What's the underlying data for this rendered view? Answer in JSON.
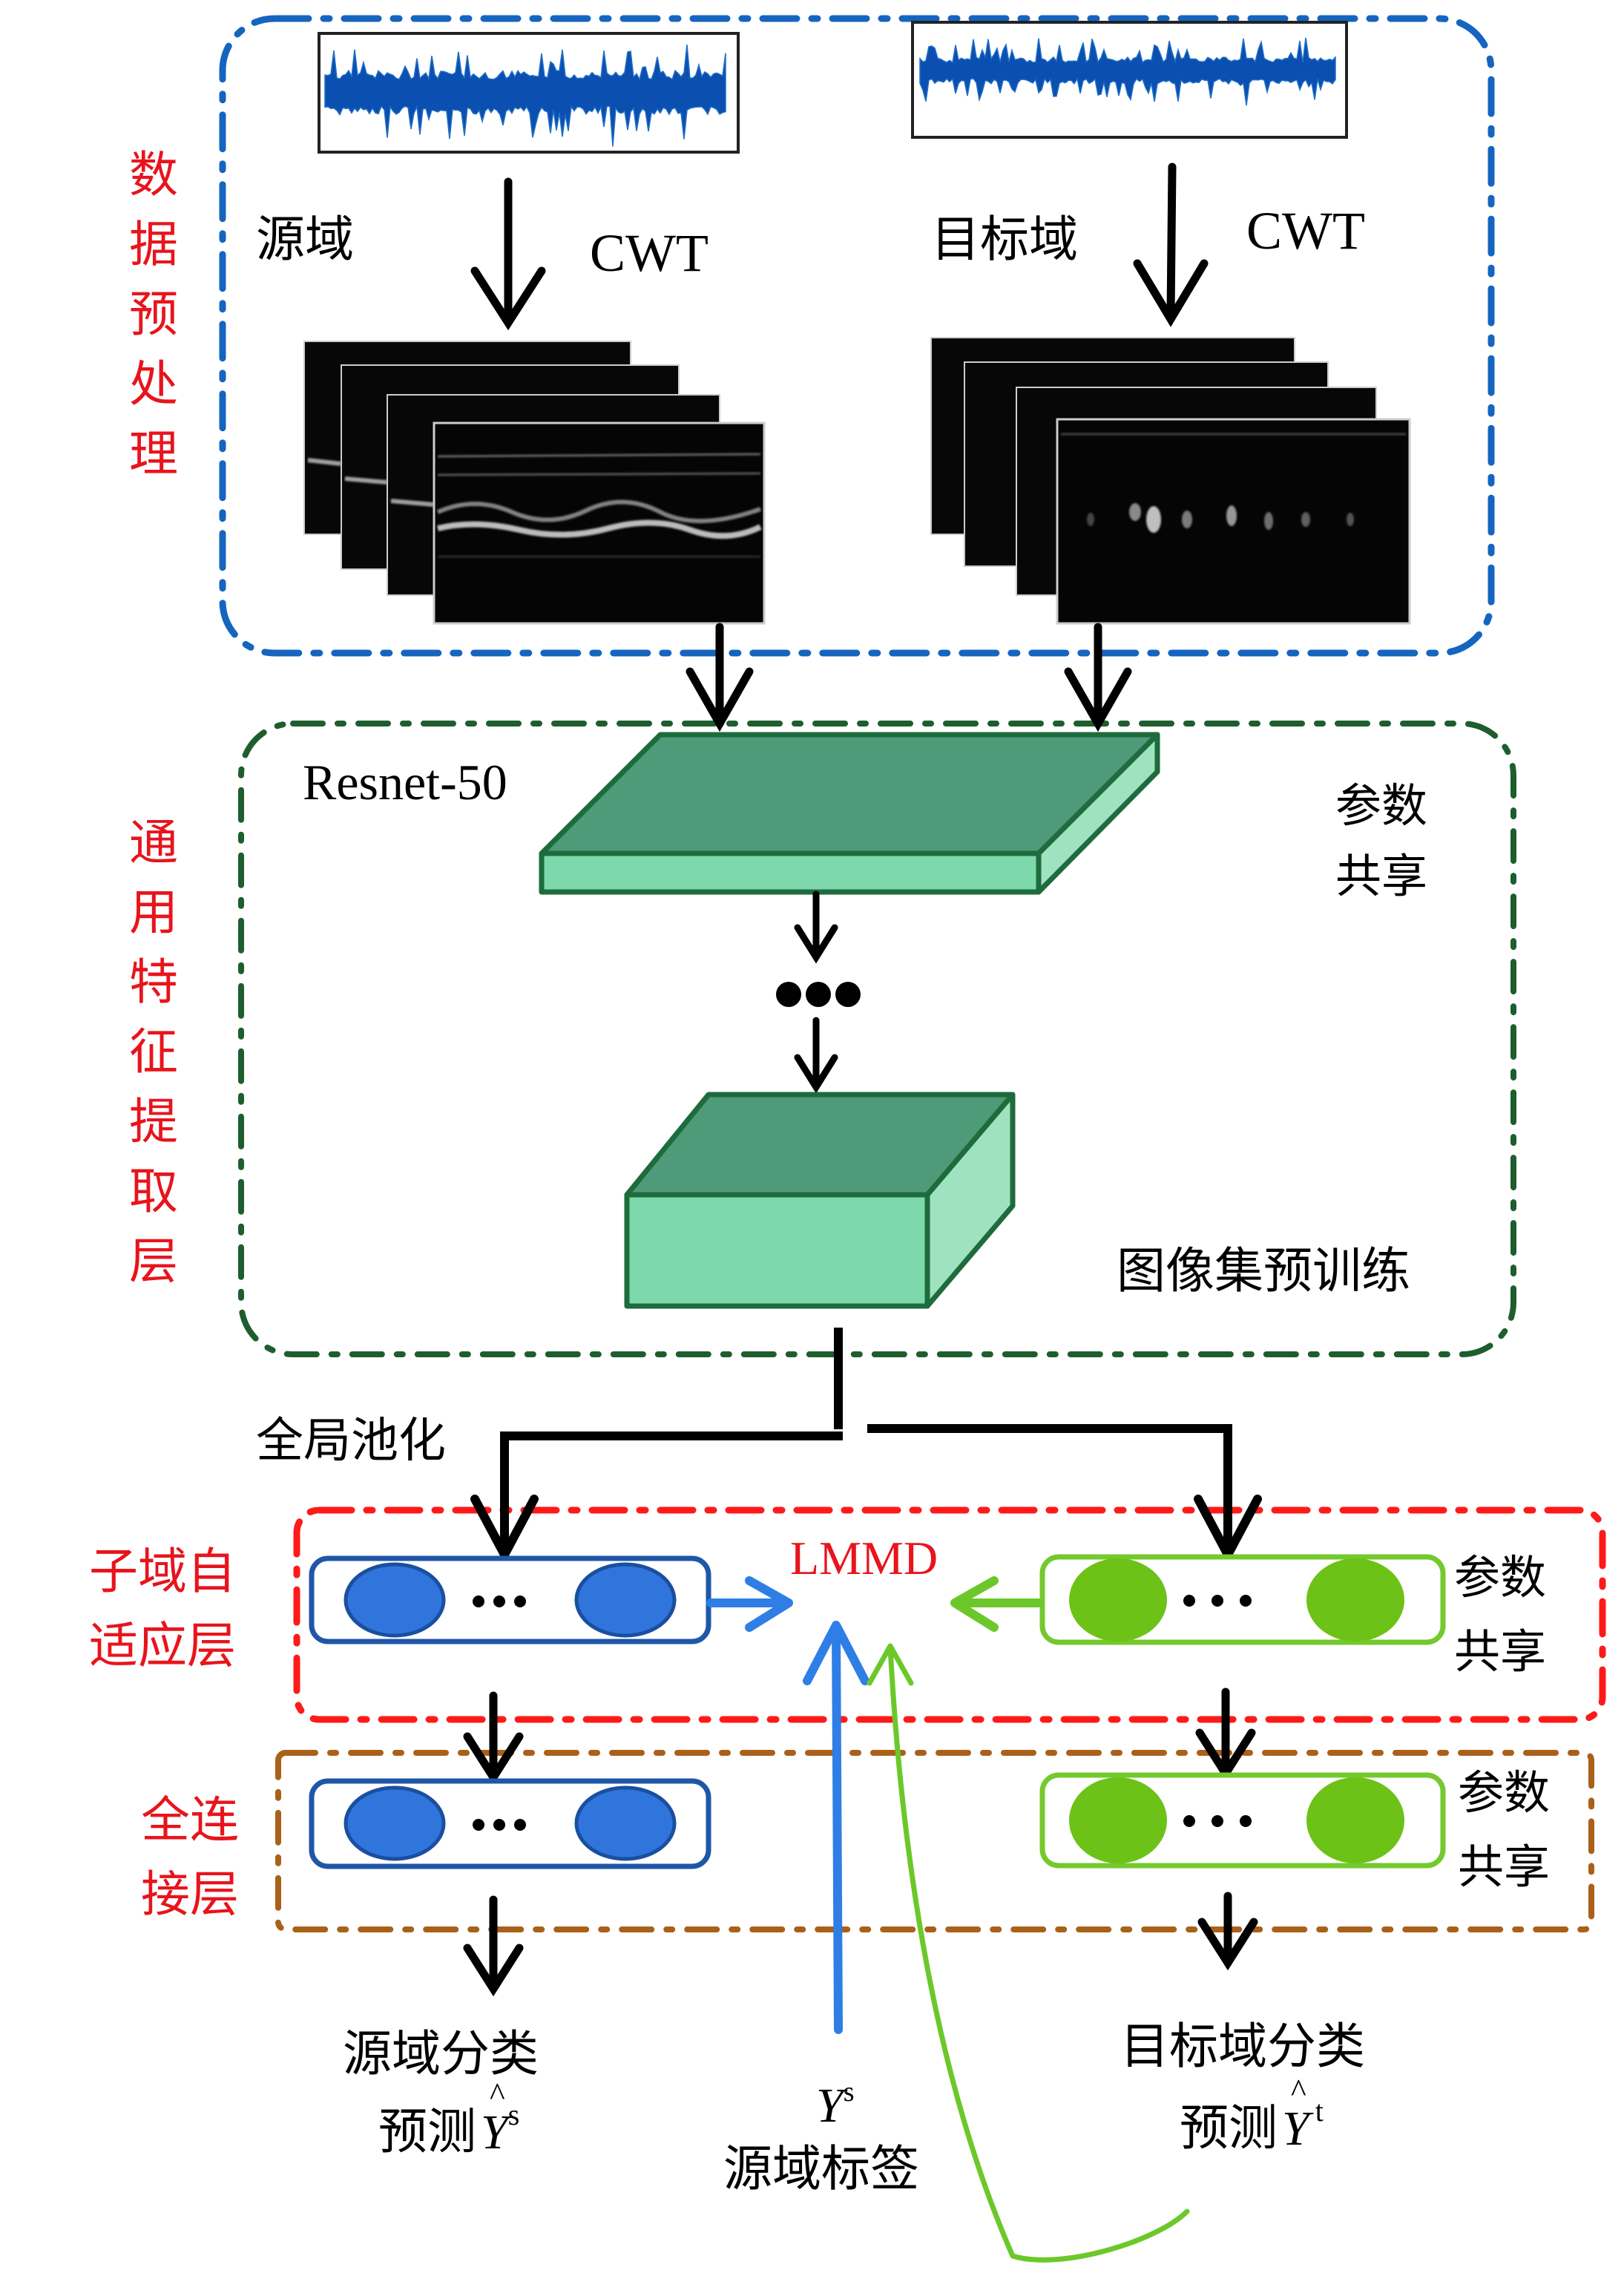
{
  "stages": {
    "preprocess": {
      "label": "数据预处理",
      "border_color": "#1565c0"
    },
    "feature": {
      "label": "通用特征提取层",
      "border_color": "#1e5e2e"
    },
    "subdomain": {
      "label_line1": "子域自",
      "label_line2": "适应层",
      "border_color": "#ff1a1a"
    },
    "fc": {
      "label_line1": "全连",
      "label_line2": "接层",
      "border_color": "#a9611a"
    }
  },
  "preprocess": {
    "source_label": "源域",
    "target_label": "目标域",
    "source_transform": "CWT",
    "target_transform": "CWT",
    "signal_color": "#0b4fb0"
  },
  "feature": {
    "network_label": "Resnet-50",
    "ellipsis": "•••",
    "shared_line1": "参数",
    "shared_line2": "共享",
    "pretrain_label": "图像集预训练",
    "block_dark": "#4f9a78",
    "block_light": "#7dd8ac",
    "block_side": "#9ee2c0",
    "block_stroke": "#1e6b3c"
  },
  "pooling_label": "全局池化",
  "adaptation": {
    "loss_label": "LMMD",
    "shared_line1": "参数",
    "shared_line2": "共享",
    "source_node_color": "#2f75dc",
    "target_node_color": "#6cc217"
  },
  "fc": {
    "shared_line1": "参数",
    "shared_line2": "共享"
  },
  "outputs": {
    "source_pred_line1": "源域分类",
    "source_pred_line2": "预测",
    "source_pred_symbol": "Y",
    "source_pred_hat": "^",
    "source_pred_sup": "s",
    "target_pred_line1": "目标域分类",
    "target_pred_line2": "预测",
    "target_pred_symbol": "Y",
    "target_pred_hat": "^",
    "target_pred_sup": "t",
    "label_symbol": "Y",
    "label_sup": "s",
    "label_text": "源域标签"
  }
}
